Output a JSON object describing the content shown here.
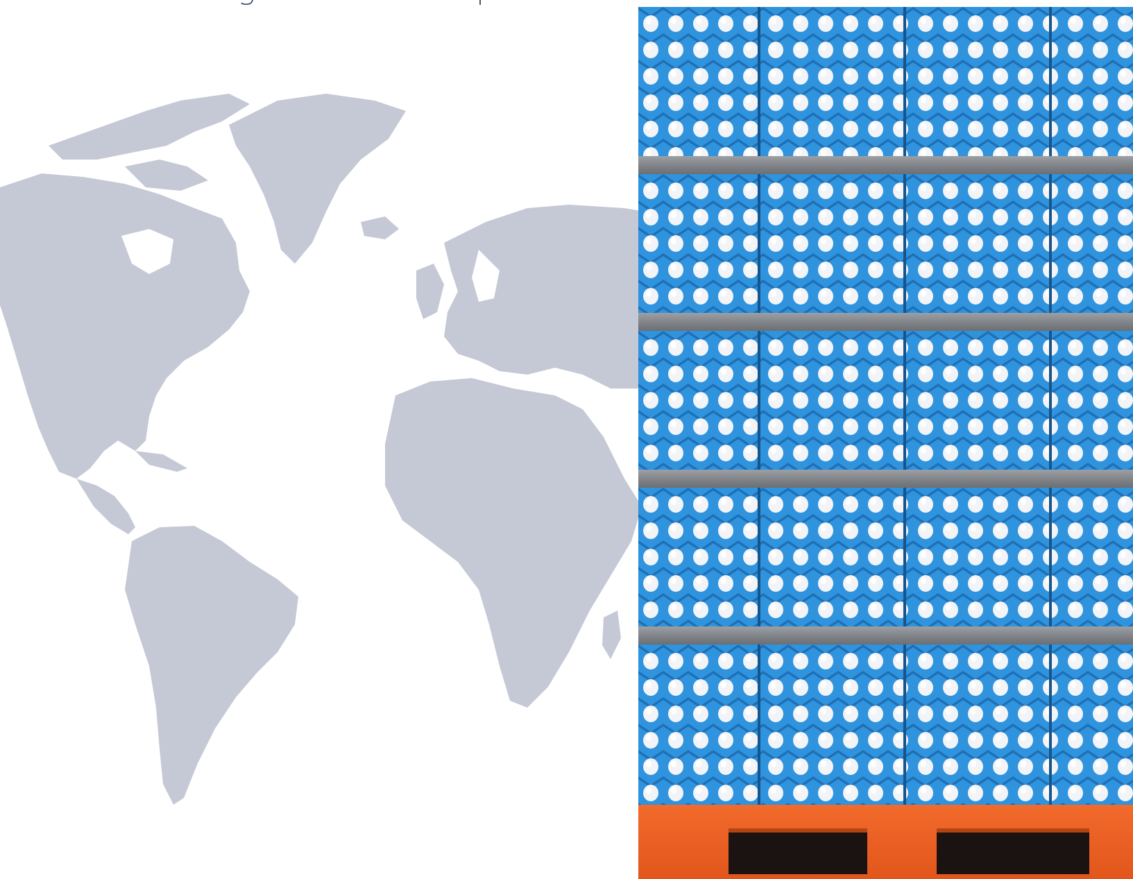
{
  "headline": "Padrão global no transporte de ovos",
  "colors": {
    "headline": "#3d4f75",
    "map_land": "#c5c8d5",
    "tray_blue": "#2f93de",
    "egg_white": "#f2f4f7",
    "separator_gray": "#7f8286",
    "pallet_orange": "#ec5f22"
  },
  "illustration": "world-map",
  "photo": "egg-trays-stacked-on-pallet"
}
